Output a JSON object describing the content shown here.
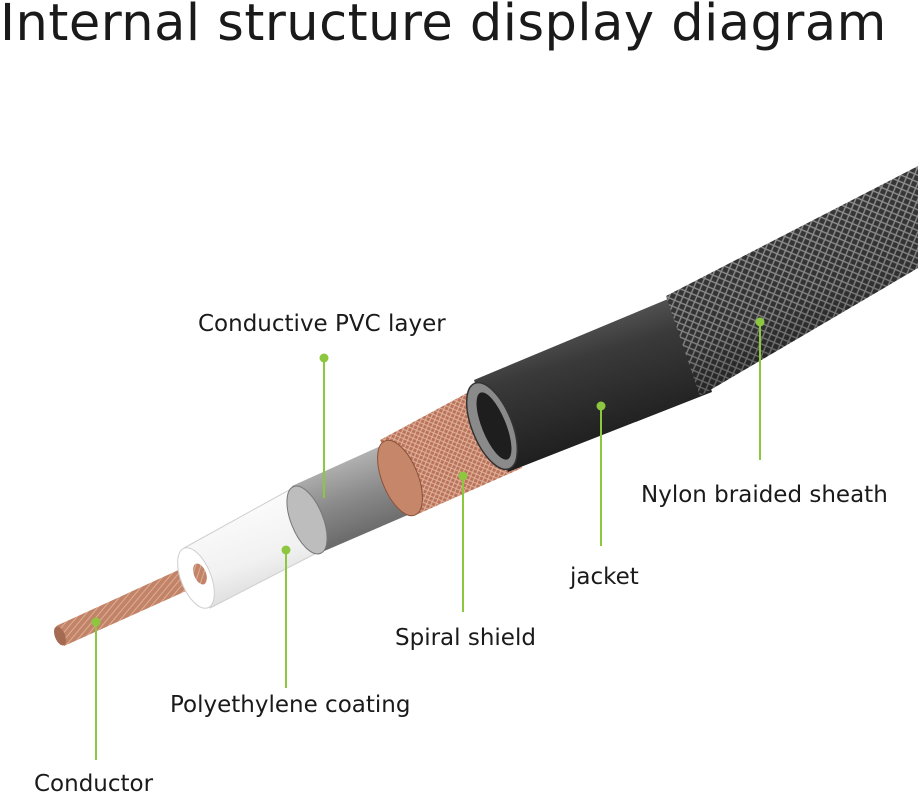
{
  "title": "Internal structure display diagram",
  "colors": {
    "leader_line": "#8dc63f",
    "text": "#1a1a1a",
    "copper": "#b9735a",
    "jacket": "#2b2b2b",
    "pvc_layer": "#8a8a8a",
    "insulation": "#f4f4f4"
  },
  "layers": [
    {
      "id": "conductor",
      "label": "Conductor"
    },
    {
      "id": "polyethylene",
      "label": "Polyethylene coating"
    },
    {
      "id": "pvc",
      "label": "Conductive PVC layer"
    },
    {
      "id": "shield",
      "label": "Spiral shield"
    },
    {
      "id": "jacket",
      "label": "jacket"
    },
    {
      "id": "sheath",
      "label": "Nylon braided sheath"
    }
  ]
}
